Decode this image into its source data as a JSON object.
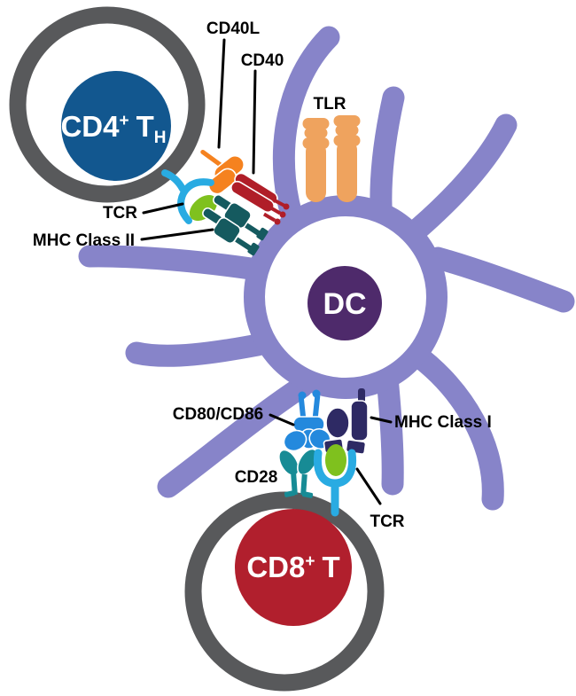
{
  "figure": {
    "type": "immunology-dendritic-cell-t-cell-interaction-diagram",
    "cells": {
      "dendritic_cell": {
        "label": "DC"
      },
      "cd4_t_helper": {
        "base": "CD4",
        "superscript": "+",
        "suffix": "T",
        "subscript": "H"
      },
      "cd8_t": {
        "base": "CD8",
        "superscript": "+",
        "suffix": "T"
      }
    },
    "receptor_labels": {
      "cd40l": "CD40L",
      "cd40": "CD40",
      "tlr": "TLR",
      "tcr_cd4": "TCR",
      "mhc_class_ii": "MHC Class II",
      "cd80_cd86": "CD80/CD86",
      "cd28": "CD28",
      "mhc_class_i": "MHC Class I",
      "tcr_cd8": "TCR"
    },
    "colors": {
      "background": "#ffffff",
      "dc_membrane": "#8784c9",
      "dc_nucleus": "#4e2a6b",
      "cell_ring_gray": "#58595b",
      "cd4_nucleus_blue": "#12578f",
      "cd8_nucleus_red": "#b11f2d",
      "tlr_tan": "#efa35e",
      "cd40l_orange": "#f5821f",
      "cd40_red": "#b01e28",
      "tcr_blue": "#29abe2",
      "peptide_green": "#7fc11e",
      "mhc2_teal": "#155a5f",
      "cd28_teal": "#178b95",
      "cd80_blue": "#2489dd",
      "mhc1_navy": "#2e2a64",
      "label_black": "#000000",
      "cell_text_white": "#ffffff"
    }
  }
}
